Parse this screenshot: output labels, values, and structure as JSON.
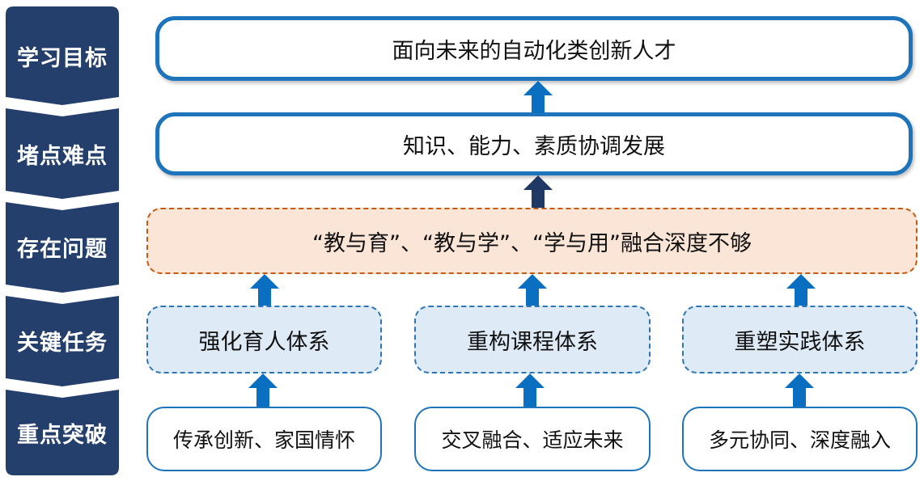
{
  "rows": [
    {
      "label": "学习目标"
    },
    {
      "label": "堵点难点"
    },
    {
      "label": "存在问题"
    },
    {
      "label": "关键任务"
    },
    {
      "label": "重点突破"
    }
  ],
  "goal": "面向未来的自动化类创新人才",
  "difficulty": "知识、能力、素质协调发展",
  "issue": "“教与育”、“教与学”、“学与用”融合深度不够",
  "tasks": [
    "强化育人体系",
    "重构课程体系",
    "重塑实践体系"
  ],
  "breakthroughs": [
    "传承创新、家国情怀",
    "交叉融合、适应未来",
    "多元协同、深度融入"
  ],
  "colors": {
    "label_bg": "#243f6b",
    "goal_border": "#1d74ba",
    "issue_border": "#c55a11",
    "issue_fill": "#fbe5d6",
    "task_border": "#2e75b6",
    "task_fill": "#deebf7",
    "arrow_blue": "#0b6fc1",
    "arrow_navy": "#1f3864"
  }
}
